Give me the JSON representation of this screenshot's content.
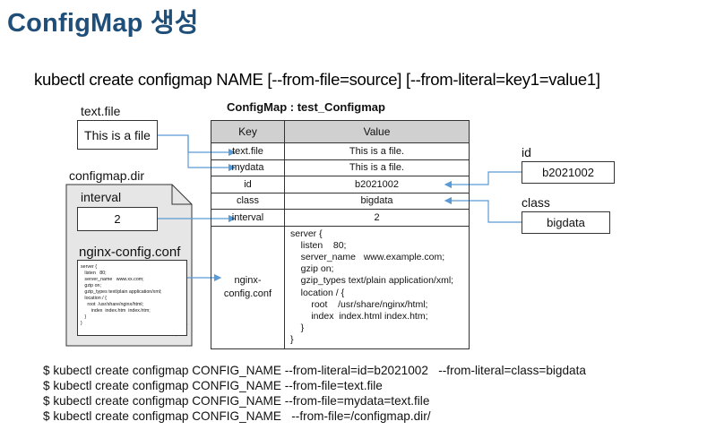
{
  "title": "ConfigMap 생성",
  "syntax": "kubectl create configmap  NAME  [--from-file=source]  [--from-literal=key1=value1]",
  "textfile": {
    "label": "text.file",
    "content": "This is a file"
  },
  "configmap_dir": {
    "label": "configmap.dir",
    "interval_label": "interval",
    "interval_value": "2",
    "nginx_label": "nginx-config.conf",
    "nginx_lines": [
      "server {",
      "   listen   80;",
      "   server_name   www.xx.com;",
      "   gzip on;",
      "   gzip_types text/plain application/xml;",
      "   location / {",
      "     root  /usr/share/nginx/html;",
      "        index  index.htm  index.htm;",
      "   }",
      "}"
    ]
  },
  "configmap_table": {
    "title": "ConfigMap : test_Configmap",
    "headers": [
      "Key",
      "Value"
    ],
    "rows": [
      {
        "key": "text.file",
        "value": "This is a file."
      },
      {
        "key": "mydata",
        "value": "This is a file."
      },
      {
        "key": "id",
        "value": "b2021002"
      },
      {
        "key": "class",
        "value": "bigdata"
      },
      {
        "key": "interval",
        "value": "2"
      }
    ],
    "config_key_line1": "nginx-",
    "config_key_line2": "config.conf",
    "config_value_lines": [
      "server {",
      "    listen    80;",
      "    server_name   www.example.com;",
      "    gzip on;",
      "    gzip_types text/plain application/xml;",
      "    location / {",
      "        root    /usr/share/nginx/html;",
      "        index  index.html index.htm;",
      "    }",
      "}"
    ]
  },
  "id": {
    "label": "id",
    "value": "b2021002"
  },
  "class": {
    "label": "class",
    "value": "bigdata"
  },
  "commands": [
    "$ kubectl create configmap CONFIG_NAME --from-literal=id=b2021002   --from-literal=class=bigdata",
    "$ kubectl create configmap CONFIG_NAME --from-file=text.file",
    "$ kubectl create configmap CONFIG_NAME --from-file=mydata=text.file",
    "$ kubectl create configmap CONFIG_NAME   --from-file=/configmap.dir/"
  ],
  "colors": {
    "title": "#1f4e79",
    "arrow": "#5b9bd5",
    "header_fill": "#d0d0d0",
    "panel_fill": "#e6e6e6"
  }
}
